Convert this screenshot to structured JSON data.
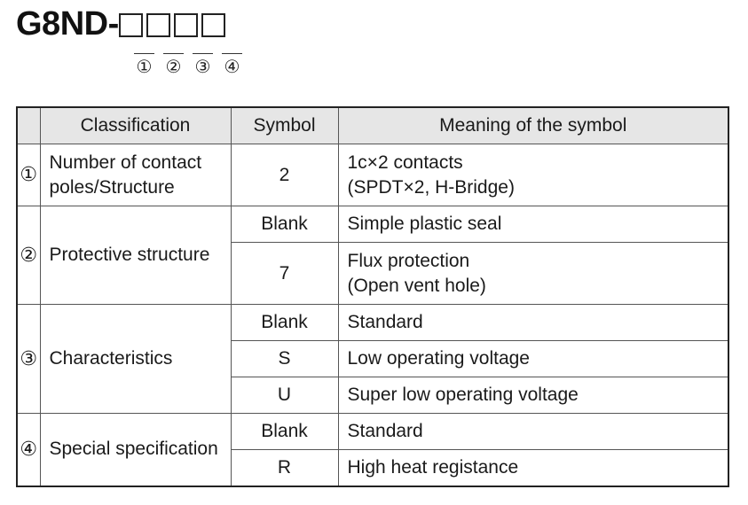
{
  "model": {
    "prefix": "G8ND-",
    "box_count": 4,
    "markers": [
      "①",
      "②",
      "③",
      "④"
    ]
  },
  "table": {
    "headers": {
      "number": "",
      "classification": "Classification",
      "symbol": "Symbol",
      "meaning": "Meaning of the symbol"
    },
    "groups": [
      {
        "num": "①",
        "classification": [
          "Number of contact",
          "poles/Structure"
        ],
        "rows": [
          {
            "symbol": "2",
            "meaning": [
              "1c×2 contacts",
              "(SPDT×2, H-Bridge)"
            ]
          }
        ]
      },
      {
        "num": "②",
        "classification": [
          "Protective structure"
        ],
        "rows": [
          {
            "symbol": "Blank",
            "meaning": [
              "Simple plastic seal"
            ]
          },
          {
            "symbol": "7",
            "meaning": [
              "Flux protection",
              "(Open vent hole)"
            ]
          }
        ]
      },
      {
        "num": "③",
        "classification": [
          "Characteristics"
        ],
        "rows": [
          {
            "symbol": "Blank",
            "meaning": [
              "Standard"
            ]
          },
          {
            "symbol": "S",
            "meaning": [
              "Low operating voltage"
            ]
          },
          {
            "symbol": "U",
            "meaning": [
              "Super low operating voltage"
            ]
          }
        ]
      },
      {
        "num": "④",
        "classification": [
          "Special specification"
        ],
        "rows": [
          {
            "symbol": "Blank",
            "meaning": [
              "Standard"
            ]
          },
          {
            "symbol": "R",
            "meaning": [
              "High heat registance"
            ]
          }
        ]
      }
    ]
  }
}
